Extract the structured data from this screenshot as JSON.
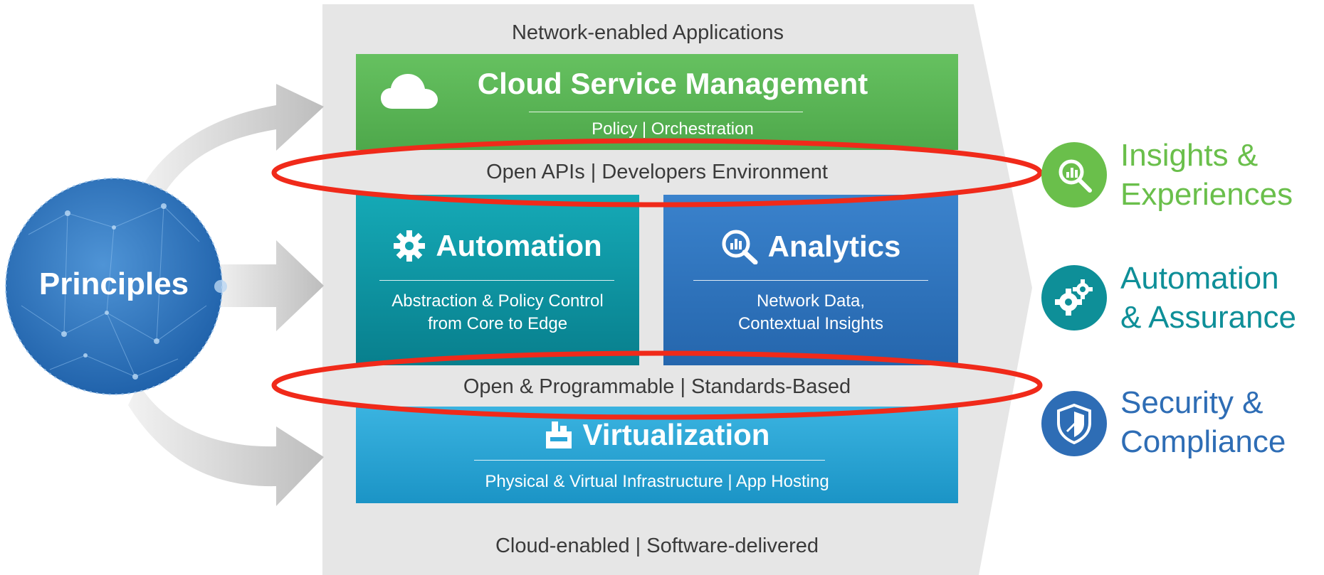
{
  "principles": {
    "label": "Principles"
  },
  "platform": {
    "top_label": "Network-enabled Applications",
    "bottom_label": "Cloud-enabled | Software-delivered"
  },
  "layers": {
    "cloud": {
      "title": "Cloud Service Management",
      "subtitle": "Policy | Orchestration",
      "icon": "cloud-icon",
      "color": "#5cb85c"
    },
    "apis": {
      "label": "Open APIs | Developers Environment"
    },
    "automation": {
      "title": "Automation",
      "subtitle_line1": "Abstraction & Policy Control",
      "subtitle_line2": "from Core to Edge",
      "icon": "gear-icon",
      "color": "#0aa3b2"
    },
    "analytics": {
      "title": "Analytics",
      "subtitle_line1": "Network Data,",
      "subtitle_line2": "Contextual Insights",
      "icon": "magnifier-chart-icon",
      "color": "#2f78c4"
    },
    "standards": {
      "label": "Open & Programmable | Standards-Based"
    },
    "virtualization": {
      "title": "Virtualization",
      "subtitle": "Physical & Virtual Infrastructure | App Hosting",
      "icon": "box-icon",
      "color": "#2aa6d9"
    }
  },
  "outcomes": [
    {
      "line1": "Insights &",
      "line2": "Experiences",
      "color": "#6abf4b",
      "icon": "insights-magnifier-icon"
    },
    {
      "line1": "Automation",
      "line2": "& Assurance",
      "color": "#0e8f98",
      "icon": "gears-icon"
    },
    {
      "line1": "Security &",
      "line2": "Compliance",
      "color": "#2e6db5",
      "icon": "shield-icon"
    }
  ],
  "highlight_color": "#f02a1a"
}
